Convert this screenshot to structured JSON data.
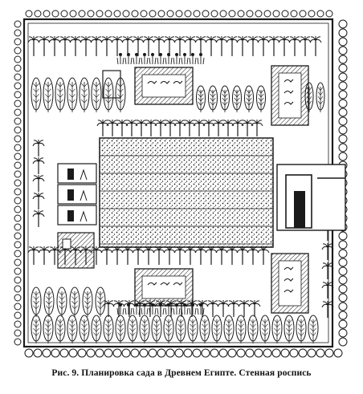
{
  "caption": "Рис. 9. Планировка сада в Древнем Египте. Стенная роспись",
  "colors": {
    "ink": "#1a1a1a",
    "paper": "#ffffff"
  },
  "figure": {
    "subject": "garden plan wall painting",
    "elements": [
      "enclosure-wall",
      "grapevine-arbor",
      "ponds-with-ducks",
      "trees",
      "palms",
      "papyrus",
      "pavilions",
      "gate"
    ]
  }
}
